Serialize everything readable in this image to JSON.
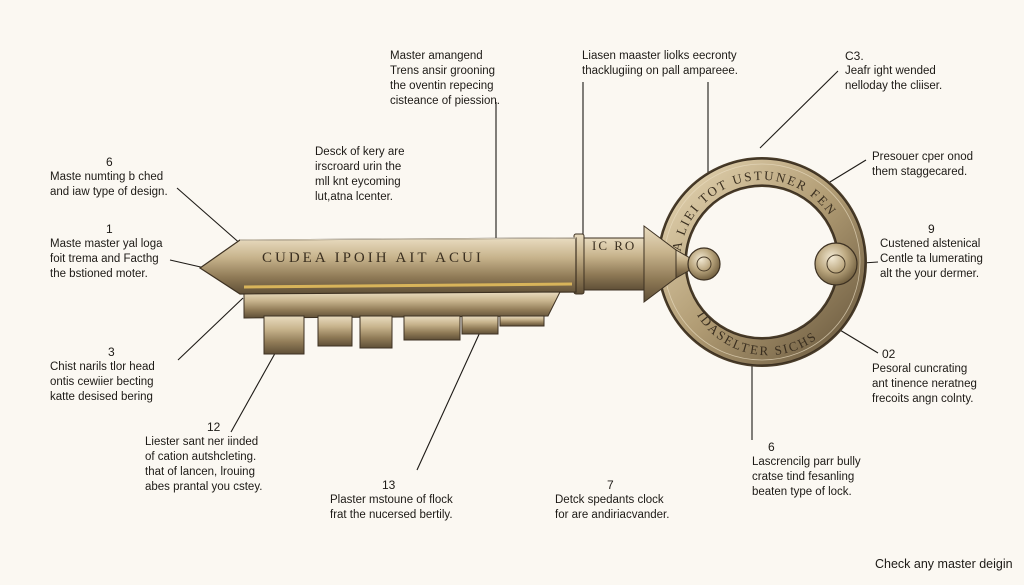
{
  "key_engravings": {
    "shaft": "CUDEA IPOIH AIT ACUI",
    "collar": "IC RO",
    "bow_top": "A LIEI TOT USTUNER FEN",
    "bow_bottom": "IDASELTER SICHS"
  },
  "callouts": [
    {
      "id": "c-top-left-mid",
      "number": "",
      "lines": [
        "Master amangend",
        "Trens ansir grooning",
        "the oventin repecing",
        "cisteance of piession."
      ]
    },
    {
      "id": "c-top-center",
      "number": "",
      "lines": [
        "Liasen maaster liolks eecronty",
        "thacklugiing on pall ampareee."
      ]
    },
    {
      "id": "c-top-right",
      "number": "C3.",
      "lines": [
        "Jeafr ight wended",
        "nelloday the cliiser."
      ]
    },
    {
      "id": "c-left-6",
      "number": "6",
      "lines": [
        "Maste numting b ched",
        "and iaw type of design."
      ]
    },
    {
      "id": "c-mid-key",
      "number": "",
      "lines": [
        "Desck of kery are",
        "irscroard urin the",
        "mll knt eycoming",
        "lut,atna lcenter."
      ]
    },
    {
      "id": "c-right-upper",
      "number": "",
      "lines": [
        "Presouer cper onod",
        "them staggecared."
      ]
    },
    {
      "id": "c-left-1",
      "number": "1",
      "lines": [
        "Maste master yal loga",
        "foit trema and Facthg",
        "the bstioned moter."
      ]
    },
    {
      "id": "c-right-9",
      "number": "9",
      "lines": [
        "Custened alstenical",
        "Centle ta lumerating",
        "alt the your dermer."
      ]
    },
    {
      "id": "c-left-3",
      "number": "3",
      "lines": [
        "Chist narils tlor head",
        "ontis cewiier becting",
        "katte desised bering"
      ]
    },
    {
      "id": "c-right-02",
      "number": "02",
      "lines": [
        "Pesoral cuncrating",
        "ant tinence neratneg",
        "frecoits angn colnty."
      ]
    },
    {
      "id": "c-left-12",
      "number": "12",
      "lines": [
        "Liester sant ner iinded",
        "of cation autshcleting.",
        "that of lancen, lrouing",
        "abes prantal you cstey."
      ]
    },
    {
      "id": "c-bottom-right-6",
      "number": "6",
      "lines": [
        "Lascrencilg parr bully",
        "cratse tind fesanling",
        "beaten type of lock."
      ]
    },
    {
      "id": "c-bottom-13",
      "number": "13",
      "lines": [
        "Plaster mstoune of flock",
        "frat the nucersed bertily."
      ]
    },
    {
      "id": "c-bottom-7",
      "number": "7",
      "lines": [
        "Detck spedants clock",
        "for are andiriacvander."
      ]
    }
  ],
  "footer": "Check any master deigin"
}
